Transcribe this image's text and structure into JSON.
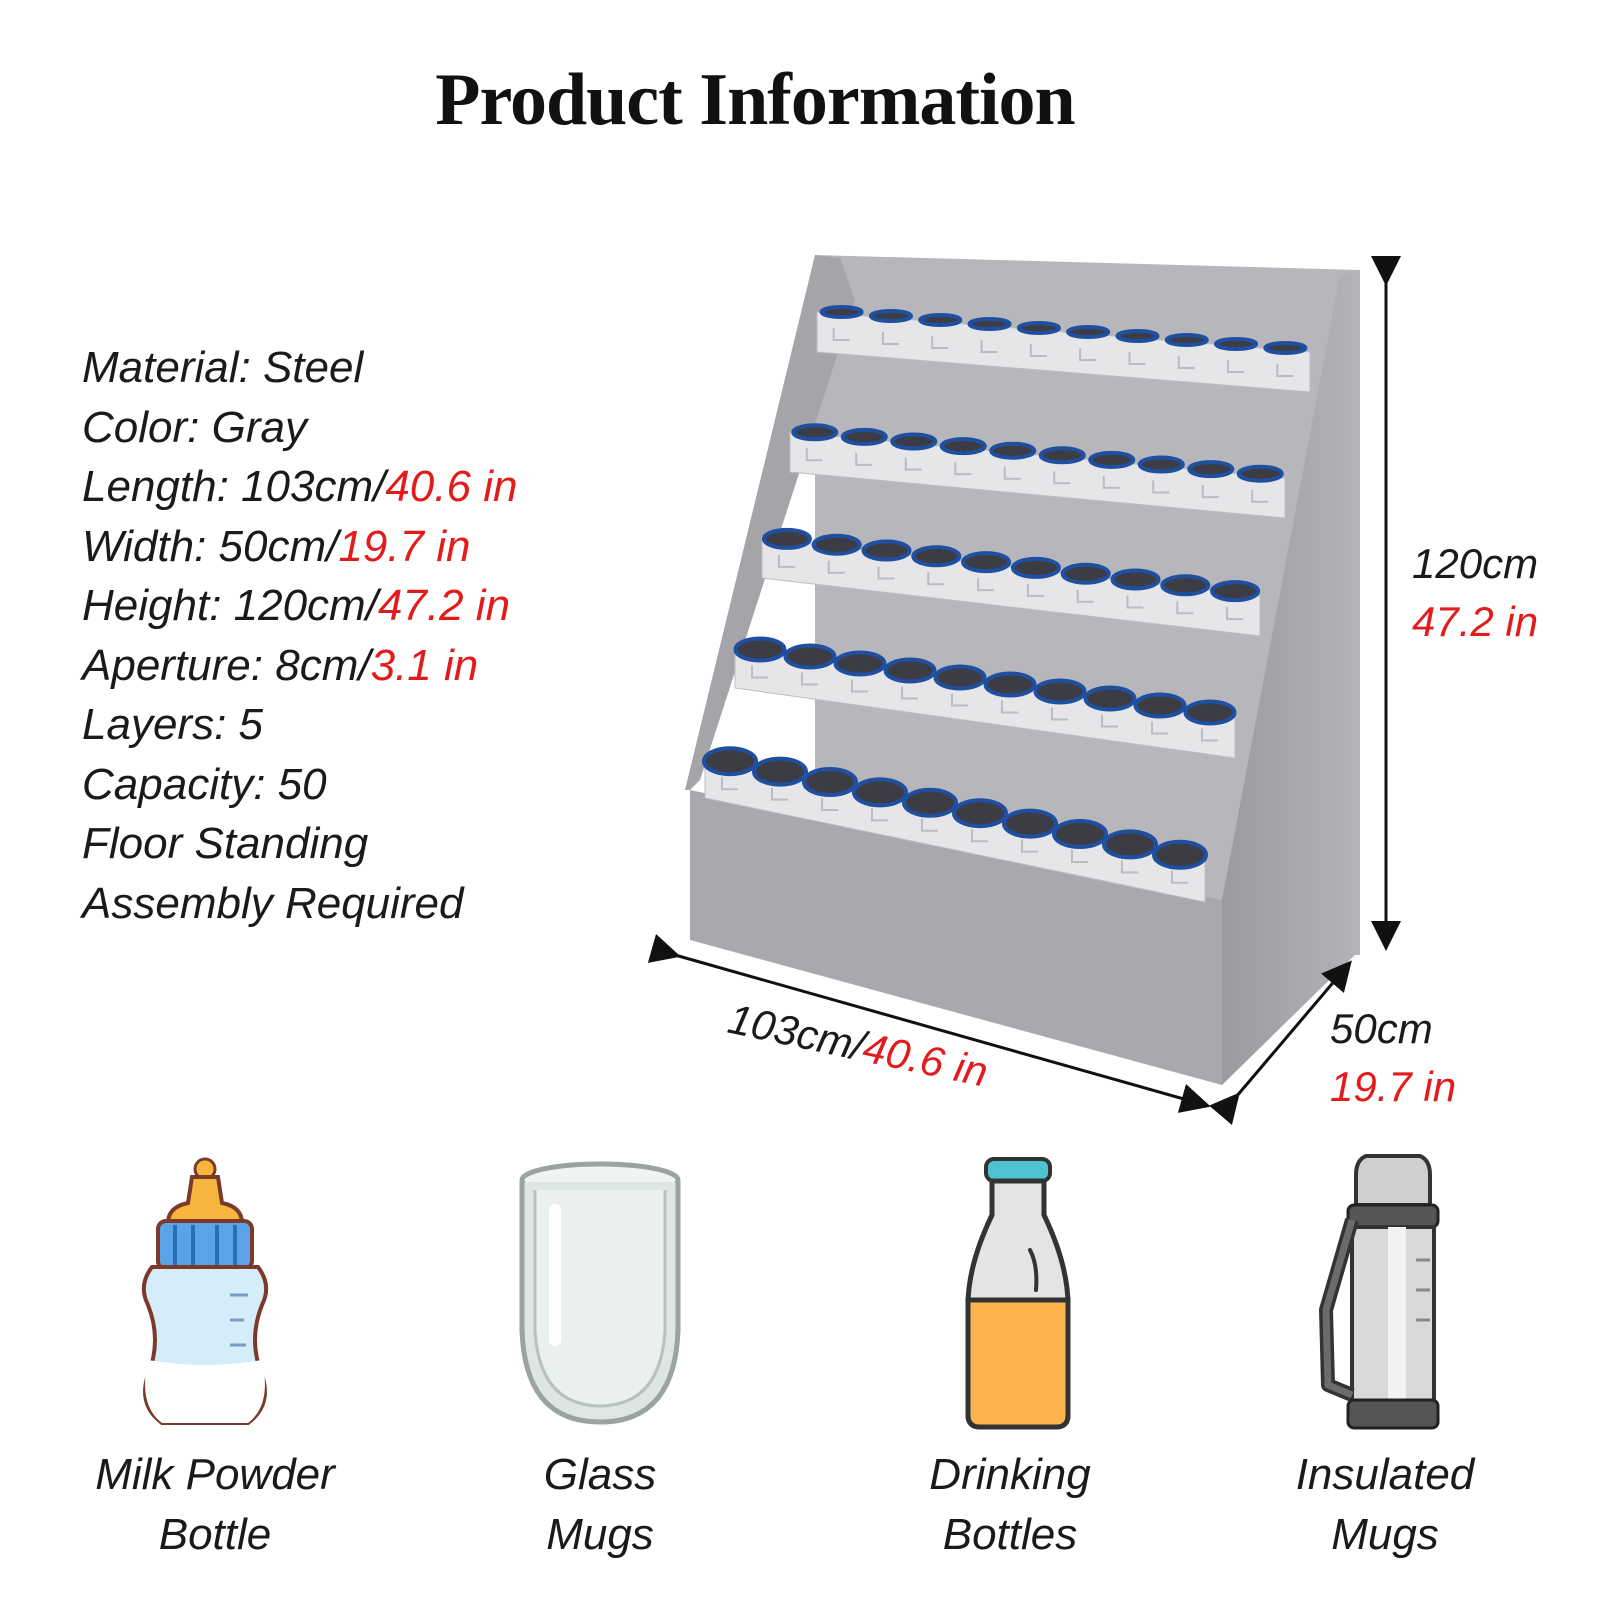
{
  "title": "Product Information",
  "specs": [
    {
      "label": "Material: Steel",
      "metric": "",
      "imperial": ""
    },
    {
      "label": "Color: Gray",
      "metric": "",
      "imperial": ""
    },
    {
      "label": "Length: ",
      "metric": "103cm/",
      "imperial": "40.6 in"
    },
    {
      "label": "Width: ",
      "metric": "50cm/",
      "imperial": "19.7 in"
    },
    {
      "label": "Height: ",
      "metric": "120cm/",
      "imperial": "47.2 in"
    },
    {
      "label": "Aperture: ",
      "metric": "8cm/",
      "imperial": "3.1 in"
    },
    {
      "label": "Layers: 5",
      "metric": "",
      "imperial": ""
    },
    {
      "label": "Capacity: 50",
      "metric": "",
      "imperial": ""
    },
    {
      "label": "Floor Standing",
      "metric": "",
      "imperial": ""
    },
    {
      "label": "Assembly Required",
      "metric": "",
      "imperial": ""
    }
  ],
  "dimensions": {
    "height": {
      "metric": "120cm",
      "imperial": "47.2 in"
    },
    "width": {
      "metric": "50cm",
      "imperial": "19.7 in"
    },
    "length": {
      "metric": "103cm/",
      "imperial": "40.6 in"
    }
  },
  "uses": [
    {
      "line1": "Milk Powder",
      "line2": "Bottle",
      "icon": "baby-bottle-icon"
    },
    {
      "line1": "Glass",
      "line2": "Mugs",
      "icon": "glass-icon"
    },
    {
      "line1": "Drinking",
      "line2": "Bottles",
      "icon": "drink-bottle-icon"
    },
    {
      "line1": "Insulated",
      "line2": "Mugs",
      "icon": "thermos-icon"
    }
  ],
  "colors": {
    "accent_red": "#e31b1b",
    "rack_gray": "#a9a9ad",
    "hole_blue": "#1f4fa0"
  }
}
